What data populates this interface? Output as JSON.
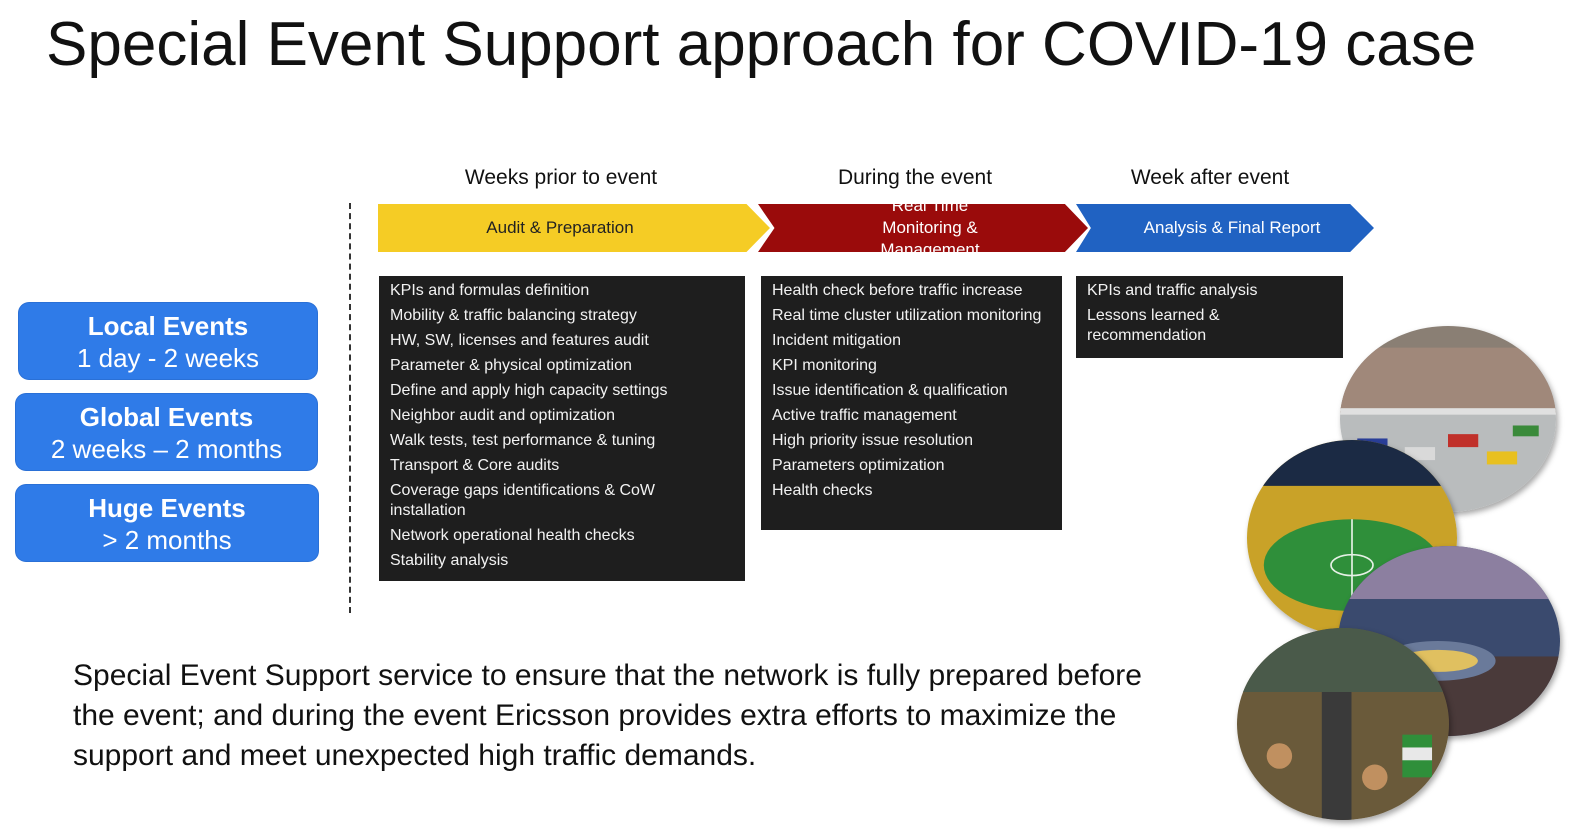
{
  "title": "Special Event Support approach for COVID-19 case",
  "events": [
    {
      "name": "Local Events",
      "duration": "1 day - 2 weeks"
    },
    {
      "name": "Global Events",
      "duration": "2 weeks – 2 months"
    },
    {
      "name": "Huge Events",
      "duration": "> 2 months"
    }
  ],
  "phases": [
    {
      "heading": "Weeks prior to event",
      "arrow_label": "Audit & Preparation",
      "color": "#f5cc25",
      "items": [
        "KPIs and formulas definition",
        "Mobility & traffic balancing strategy",
        "HW, SW, licenses  and features audit",
        "Parameter & physical optimization",
        "Define and apply high capacity settings",
        "Neighbor audit and optimization",
        "Walk tests, test performance & tuning",
        "Transport & Core audits",
        "Coverage gaps identifications & CoW installation",
        "Network operational health checks",
        "Stability analysis"
      ]
    },
    {
      "heading": "During the event",
      "arrow_label": "Real Time Monitoring & Management",
      "color": "#9a0b0b",
      "items": [
        "Health check before traffic increase",
        "Real time cluster utilization monitoring",
        "Incident mitigation",
        "KPI monitoring",
        "Issue identification & qualification",
        "Active traffic management",
        "High priority issue resolution",
        "Parameters optimization",
        "Health checks"
      ]
    },
    {
      "heading": "Week after event",
      "arrow_label": "Analysis & Final Report",
      "color": "#2062c2",
      "items": [
        "KPIs and traffic analysis",
        "Lessons learned & recommendation"
      ]
    }
  ],
  "summary": "Special Event Support service to ensure that the network is fully prepared before the event; and during the event Ericsson provides extra efforts to maximize the support and meet unexpected high traffic demands.",
  "event_box_color": "#2f7be8"
}
